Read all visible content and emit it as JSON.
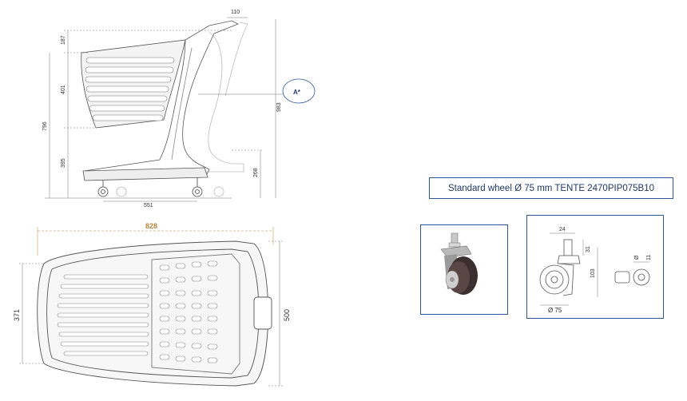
{
  "side_view": {
    "dim_top_width": "110",
    "dim_upper_height": "187",
    "dim_basket_height": "401",
    "dim_total_height_left": "796",
    "dim_base_height": "395",
    "dim_total_height_right": "983",
    "dim_base_right": "268",
    "dim_wheelbase": "551",
    "callout_label": "A*"
  },
  "top_view": {
    "dim_length": "828",
    "dim_rear_width": "371",
    "dim_front_width": "500"
  },
  "wheel": {
    "caption": "Standard wheel Ø 75 mm TENTE 2470PIP075B10",
    "dim_stem_offset": "24",
    "dim_stem_length": "31",
    "dim_height": "103",
    "dim_diameter": "Ø 75",
    "dim_stem_diameter": "Ø",
    "dim_stem_value": "11"
  },
  "colors": {
    "line": "#555555",
    "accent_orange": "#b4833e",
    "accent_blue": "#2f5597",
    "caption_text": "#1f3864"
  }
}
